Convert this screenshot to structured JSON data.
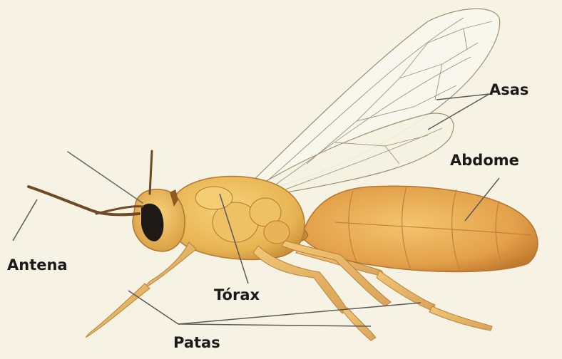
{
  "labels": {
    "asas": "Asas",
    "abdome": "Abdome",
    "antena": "Antena",
    "torax": "Tórax",
    "patas": "Patas"
  },
  "colors": {
    "background": "#f6f3e4",
    "body": "#e8b04f",
    "body_light": "#f2c867",
    "body_dark": "#b9782c",
    "wing": "#f6f6ee",
    "wing_vein": "#9a8a70",
    "eye": "#1f1a15",
    "leader_line": "#555555"
  }
}
